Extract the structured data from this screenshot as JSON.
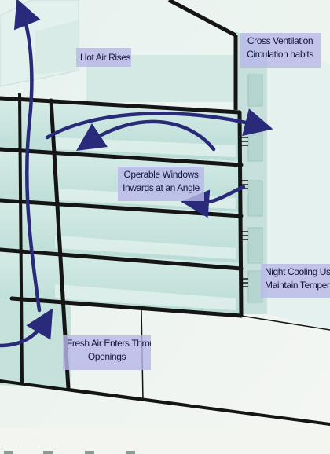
{
  "labels": {
    "hot_air": "Hot Air Rises",
    "cross_vent_1": "Cross Ventilation",
    "cross_vent_2": "Circulation habits",
    "windows_1": "Operable Windows",
    "windows_2": "Inwards at an Angle",
    "night_1": "Night Cooling Use",
    "night_2": "Maintain Tempera",
    "fresh_1": "Fresh Air Enters Through",
    "fresh_2": "Openings"
  },
  "colors": {
    "arrow": "#2a2a7a",
    "structure": "#151515",
    "glass": "#cfe8e3",
    "label_bg": "#b8b8e8"
  }
}
